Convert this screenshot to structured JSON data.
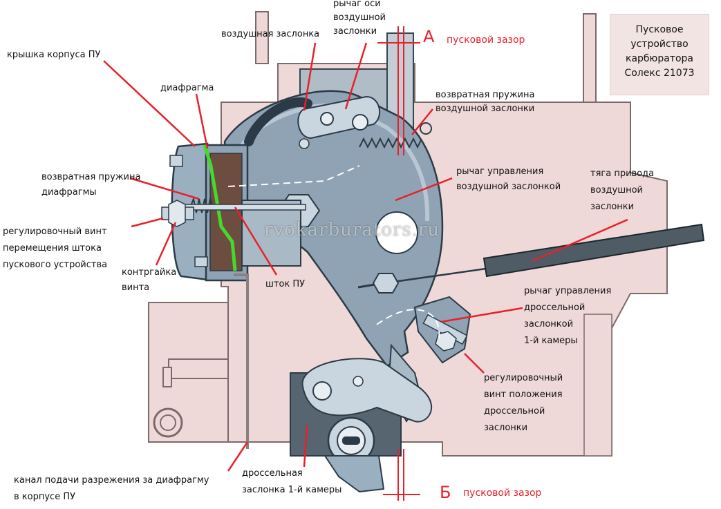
{
  "title": "Пусковое\nустройство\nкарбюратора\nСолекс 21073",
  "watermark": "rvokarburators.ru",
  "colors": {
    "body": "#efd8d8",
    "metal": "#8fa3b4",
    "metal_dark": "#4d6273",
    "metal_light": "#c9d6e0",
    "leader": "#e8202a",
    "diaphragm": "#44d92c",
    "dark": "#2b3a46"
  },
  "labels": {
    "air_damper": "воздушная заслонка",
    "air_axis_lever": "рычаг оси\nвоздушной\nзаслонки",
    "gap_a_letter": "А",
    "gap_a_text": "пусковой зазор",
    "cover": "крышка корпуса ПУ",
    "diaphragm": "диафрагма",
    "air_return_spring": "возвратная пружина\nвоздушной заслонки",
    "diaphragm_spring": "возвратная пружина\nдиафрагмы",
    "air_control_lever": "рычаг управления\nвоздушной заслонкой",
    "air_rod": "тяга привода\nвоздушной\nзаслонки",
    "adjust_screw": "регулировочный винт\nперемещения штока\nпускового устройства",
    "locknut": "контргайка\nвинта",
    "stem": "шток ПУ",
    "throttle_lever": "рычаг управления\nдроссельной\nзаслонкой\n1-й камеры",
    "throttle_screw": "регулировочный\nвинт положения\nдроссельной\nзаслонки",
    "vacuum_channel": "канал подачи разрежения за диафрагму\nв корпусе ПУ",
    "throttle_damper": "дроссельная\nзаслонка 1-й камеры",
    "gap_b_letter": "Б",
    "gap_b_text": "пусковой зазор"
  },
  "icons": [
    "carburetor-drawing",
    "spring-icon",
    "screw-icon",
    "bolt-icon"
  ]
}
